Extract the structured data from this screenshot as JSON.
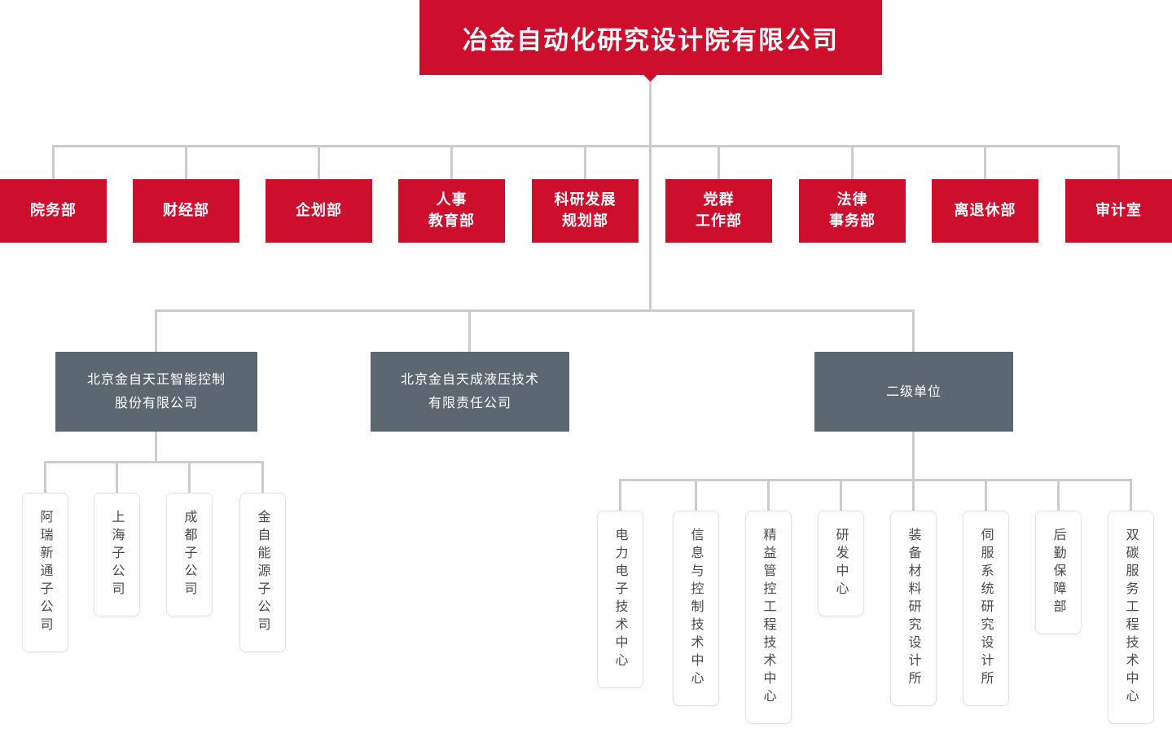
{
  "colors": {
    "accent_red": "#ce0e2d",
    "slate_gray": "#5b6771",
    "line_gray": "#cccccc",
    "leaf_text": "#4a4a4a"
  },
  "root": {
    "label": "冶金自动化研究设计院有限公司"
  },
  "departments": [
    {
      "label": "院务部"
    },
    {
      "label": "财经部"
    },
    {
      "label": "企划部"
    },
    {
      "label": "人事\n教育部"
    },
    {
      "label": "科研发展\n规划部"
    },
    {
      "label": "党群\n工作部"
    },
    {
      "label": "法律\n事务部"
    },
    {
      "label": "离退休部"
    },
    {
      "label": "审计室"
    }
  ],
  "subsidiaries": [
    {
      "label": "北京金自天正智能控制\n股份有限公司"
    },
    {
      "label": "北京金自天成液压技术\n有限责任公司"
    },
    {
      "label": "二级单位"
    }
  ],
  "tianzheng_children": [
    {
      "label": "阿瑞新通子公司"
    },
    {
      "label": "上海子公司"
    },
    {
      "label": "成都子公司"
    },
    {
      "label": "金自能源子公司"
    }
  ],
  "secondary_units": [
    {
      "label": "电力电子技术中心"
    },
    {
      "label": "信息与控制技术中心"
    },
    {
      "label": "精益管控工程技术中心"
    },
    {
      "label": "研发中心"
    },
    {
      "label": "装备材料研究设计所"
    },
    {
      "label": "伺服系统研究设计所"
    },
    {
      "label": "后勤保障部"
    },
    {
      "label": "双碳服务工程技术中心"
    }
  ]
}
